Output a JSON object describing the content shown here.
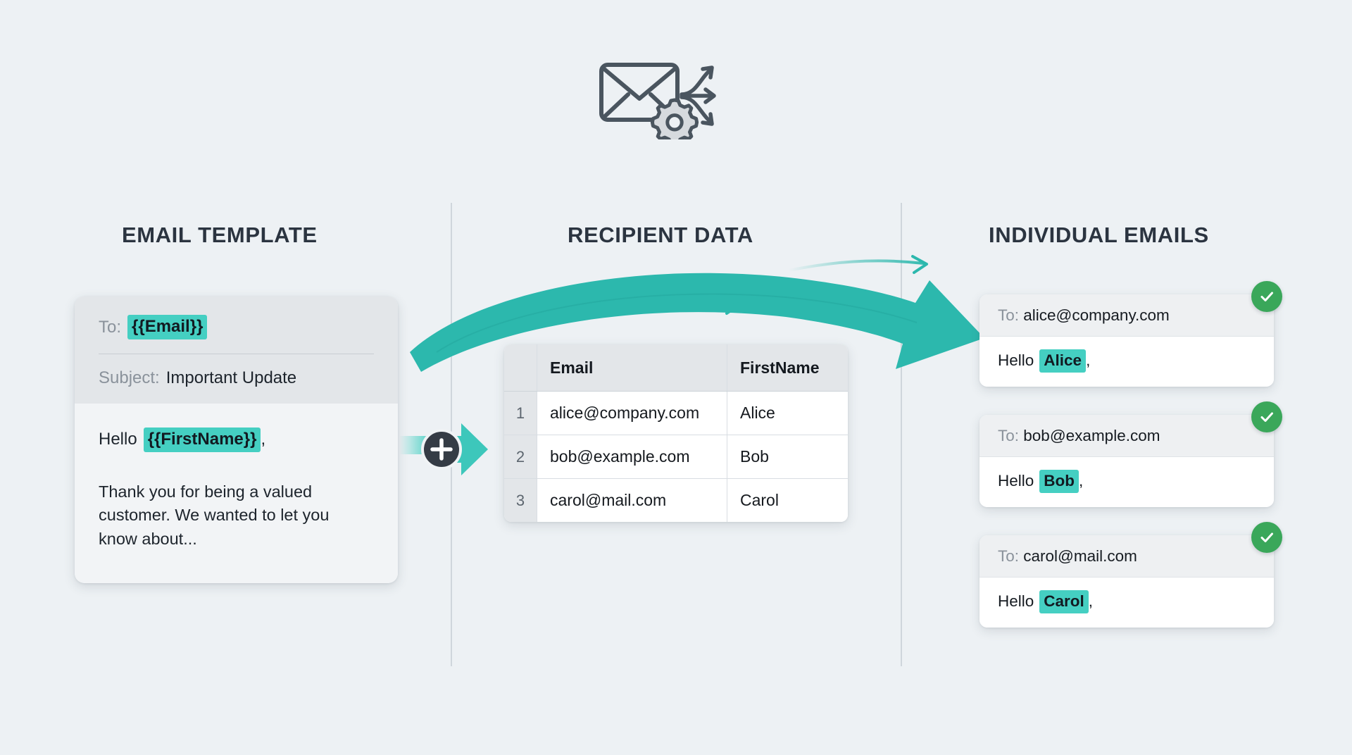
{
  "background_color": "#edf1f4",
  "accent_color": "#45cfc2",
  "arrow_color": "#2cb8ad",
  "success_color": "#3aa75a",
  "heading_color": "#2b3440",
  "header": {
    "icon": "envelope-gear-arrows-icon"
  },
  "columns": {
    "template_heading": "EMAIL TEMPLATE",
    "recipient_heading": "RECIPIENT DATA",
    "emails_heading": "INDIVIDUAL EMAILS"
  },
  "template": {
    "to_label": "To:",
    "to_value": "{{Email}}",
    "subject_label": "Subject:",
    "subject_value": "Important Update",
    "greeting_word": "Hello",
    "greeting_token": "{{FirstName}}",
    "greeting_comma": ",",
    "paragraph": "Thank you for being a valued customer. We wanted to let you know about..."
  },
  "merge": {
    "icon": "plus-merge-icon",
    "arrow_icon": "arrow-right-icon"
  },
  "flow": {
    "icon": "curved-arrow-icon"
  },
  "recipient_data": {
    "headers": [
      "",
      "Email",
      "FirstName"
    ],
    "rows": [
      {
        "n": "1",
        "email": "alice@company.com",
        "first_name": "Alice"
      },
      {
        "n": "2",
        "email": "bob@example.com",
        "first_name": "Bob"
      },
      {
        "n": "3",
        "email": "carol@mail.com",
        "first_name": "Carol"
      }
    ]
  },
  "emails": [
    {
      "to_label": "To:",
      "to_value": "alice@company.com",
      "greeting_word": "Hello",
      "greeting_token": "Alice",
      "greeting_comma": ",",
      "status_icon": "check-circle-icon"
    },
    {
      "to_label": "To:",
      "to_value": "bob@example.com",
      "greeting_word": "Hello",
      "greeting_token": "Bob",
      "greeting_comma": ",",
      "status_icon": "check-circle-icon"
    },
    {
      "to_label": "To:",
      "to_value": "carol@mail.com",
      "greeting_word": "Hello",
      "greeting_token": "Carol",
      "greeting_comma": ",",
      "status_icon": "check-circle-icon"
    }
  ]
}
